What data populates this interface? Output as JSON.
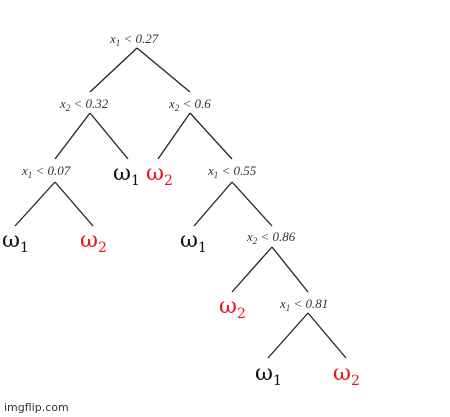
{
  "nodes": {
    "root": {
      "var": "x",
      "sub": "1",
      "rest": " < 0.27"
    },
    "l": {
      "var": "x",
      "sub": "2",
      "rest": " < 0.32"
    },
    "r": {
      "var": "x",
      "sub": "2",
      "rest": " < 0.6"
    },
    "ll": {
      "var": "x",
      "sub": "1",
      "rest": " < 0.07"
    },
    "rr": {
      "var": "x",
      "sub": "1",
      "rest": " < 0.55"
    },
    "rrr": {
      "var": "x",
      "sub": "2",
      "rest": " < 0.86"
    },
    "rrrr": {
      "var": "x",
      "sub": "1",
      "rest": " < 0.81"
    }
  },
  "leaves": {
    "lll": {
      "sym": "ω",
      "sub": "1",
      "color": "#111111"
    },
    "llr": {
      "sym": "ω",
      "sub": "2",
      "color": "#e8141c"
    },
    "lr": {
      "sym": "ω",
      "sub": "1",
      "color": "#111111"
    },
    "rl": {
      "sym": "ω",
      "sub": "2",
      "color": "#e8141c"
    },
    "rrl": {
      "sym": "ω",
      "sub": "1",
      "color": "#111111"
    },
    "rrrl": {
      "sym": "ω",
      "sub": "2",
      "color": "#e8141c"
    },
    "rrrrl": {
      "sym": "ω",
      "sub": "1",
      "color": "#111111"
    },
    "rrrrr": {
      "sym": "ω",
      "sub": "2",
      "color": "#e8141c"
    }
  },
  "watermark": "imgflip.com"
}
